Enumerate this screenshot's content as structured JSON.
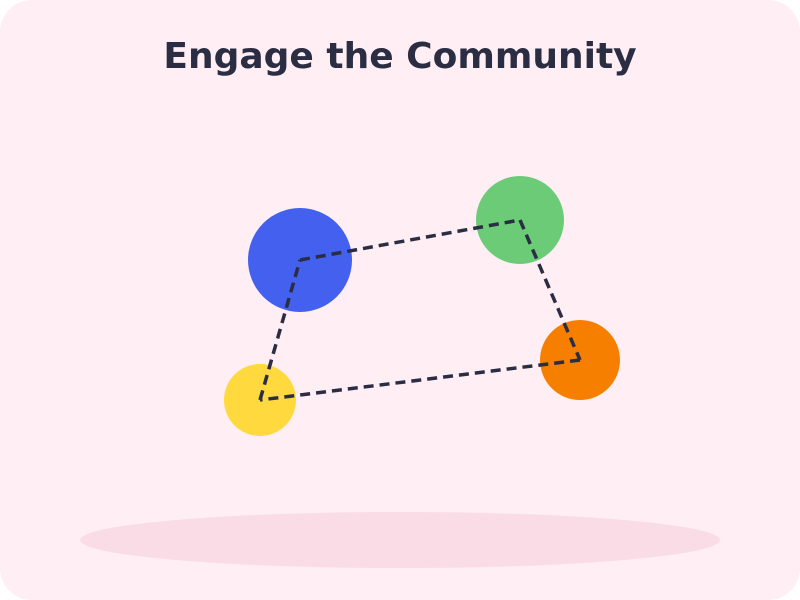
{
  "title": "Engage the Community",
  "colors": {
    "background": "#FFEEF3",
    "title": "#2B2D42",
    "connector": "#2B2D42",
    "ground_shadow": "#F9DCE6"
  },
  "nodes": [
    {
      "id": "blue",
      "color": "#4361EE"
    },
    {
      "id": "green",
      "color": "#6BCB77"
    },
    {
      "id": "orange",
      "color": "#F77F00"
    },
    {
      "id": "yellow",
      "color": "#FFD93D"
    }
  ],
  "connections": [
    [
      "blue",
      "green"
    ],
    [
      "green",
      "orange"
    ],
    [
      "orange",
      "yellow"
    ],
    [
      "yellow",
      "blue"
    ]
  ]
}
